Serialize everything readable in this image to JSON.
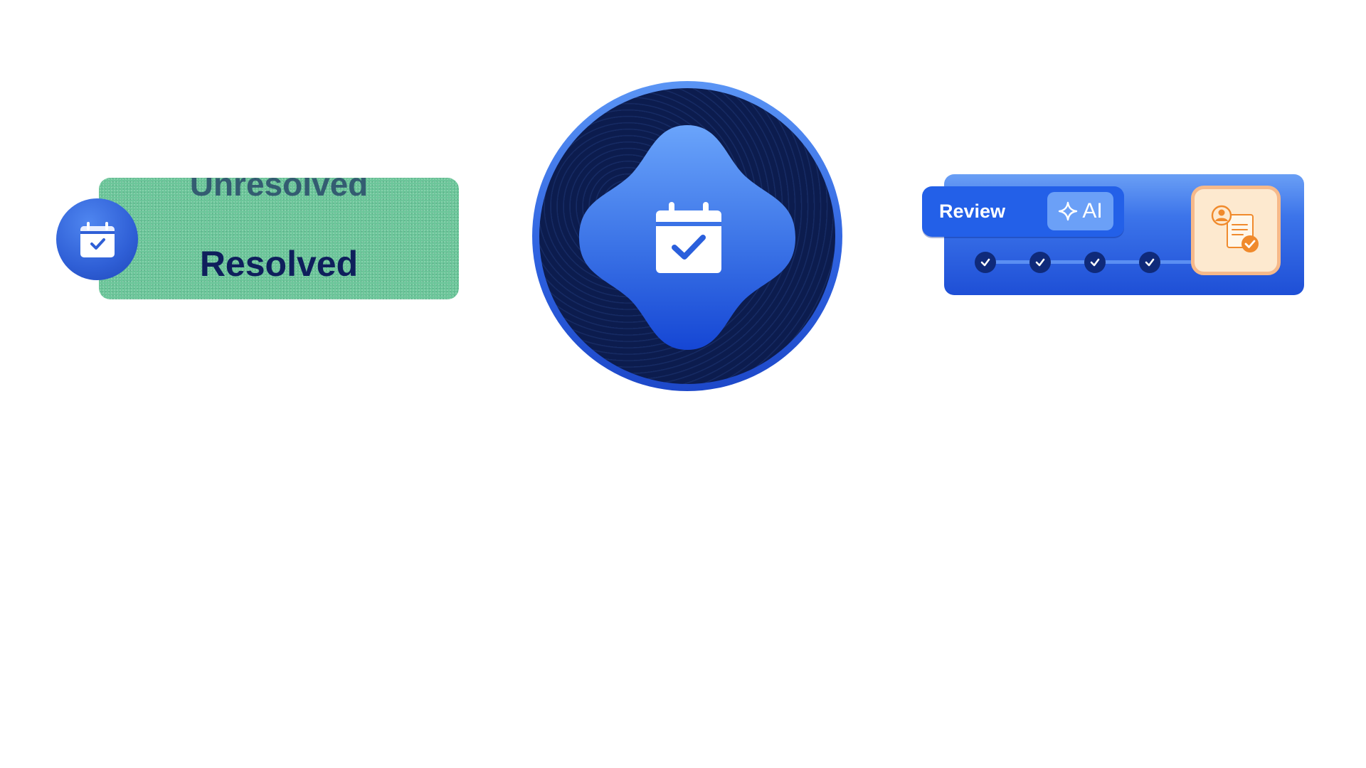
{
  "status_card": {
    "previous_status": "Unresolved",
    "current_status": "Resolved",
    "badge_icon": "calendar-check-icon"
  },
  "emblem": {
    "icon": "calendar-check-icon"
  },
  "review_card": {
    "tab_label": "Review",
    "ai_label": "AI",
    "ai_icon": "sparkle-icon",
    "completed_steps": 4,
    "document_icon": "document-user-check-icon"
  },
  "colors": {
    "status_green": "#6cc69a",
    "status_text": "#0f1f5c",
    "brand_blue": "#2360e8",
    "deep_navy": "#0c1c4e",
    "ai_pill": "#6ba0f7",
    "doc_tile_bg": "#fde9cf",
    "doc_tile_border": "#f6b98a",
    "accent_orange": "#f08a2c"
  }
}
